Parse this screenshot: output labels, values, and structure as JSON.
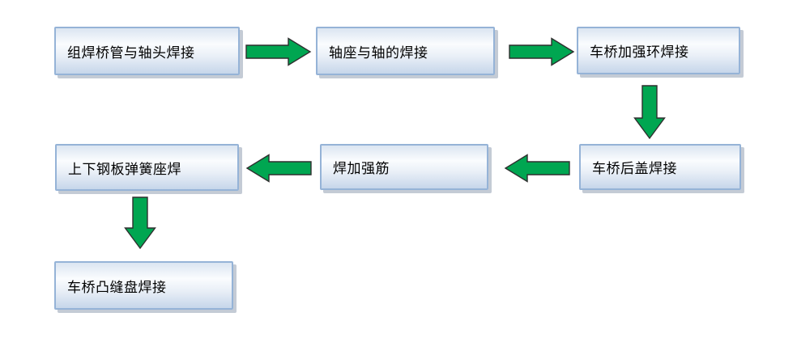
{
  "diagram": {
    "background_color": "#ffffff",
    "box_border_color": "#95b3d7",
    "box_fill_top": "#dbe5f1",
    "box_fill_bottom": "#c6d6ea",
    "arrow_fill_color": "#00a651",
    "arrow_outline_color": "#2f2f2f",
    "text_color": "#000000"
  },
  "nodes": [
    {
      "id": "node1",
      "label": "组焊桥管与轴头焊接"
    },
    {
      "id": "node2",
      "label": "轴座与轴的焊接"
    },
    {
      "id": "node3",
      "label": "车桥加强环焊接"
    },
    {
      "id": "node4",
      "label": "上下钢板弹簧座焊"
    },
    {
      "id": "node5",
      "label": "焊加强筋"
    },
    {
      "id": "node6",
      "label": "车桥后盖焊接"
    },
    {
      "id": "node7",
      "label": "车桥凸缝盘焊接"
    }
  ],
  "connectors": [
    {
      "from": "node1",
      "to": "node2",
      "direction": "right"
    },
    {
      "from": "node2",
      "to": "node3",
      "direction": "right"
    },
    {
      "from": "node3",
      "to": "node6",
      "direction": "down"
    },
    {
      "from": "node6",
      "to": "node5",
      "direction": "left"
    },
    {
      "from": "node5",
      "to": "node4",
      "direction": "left"
    },
    {
      "from": "node4",
      "to": "node7",
      "direction": "down"
    }
  ]
}
